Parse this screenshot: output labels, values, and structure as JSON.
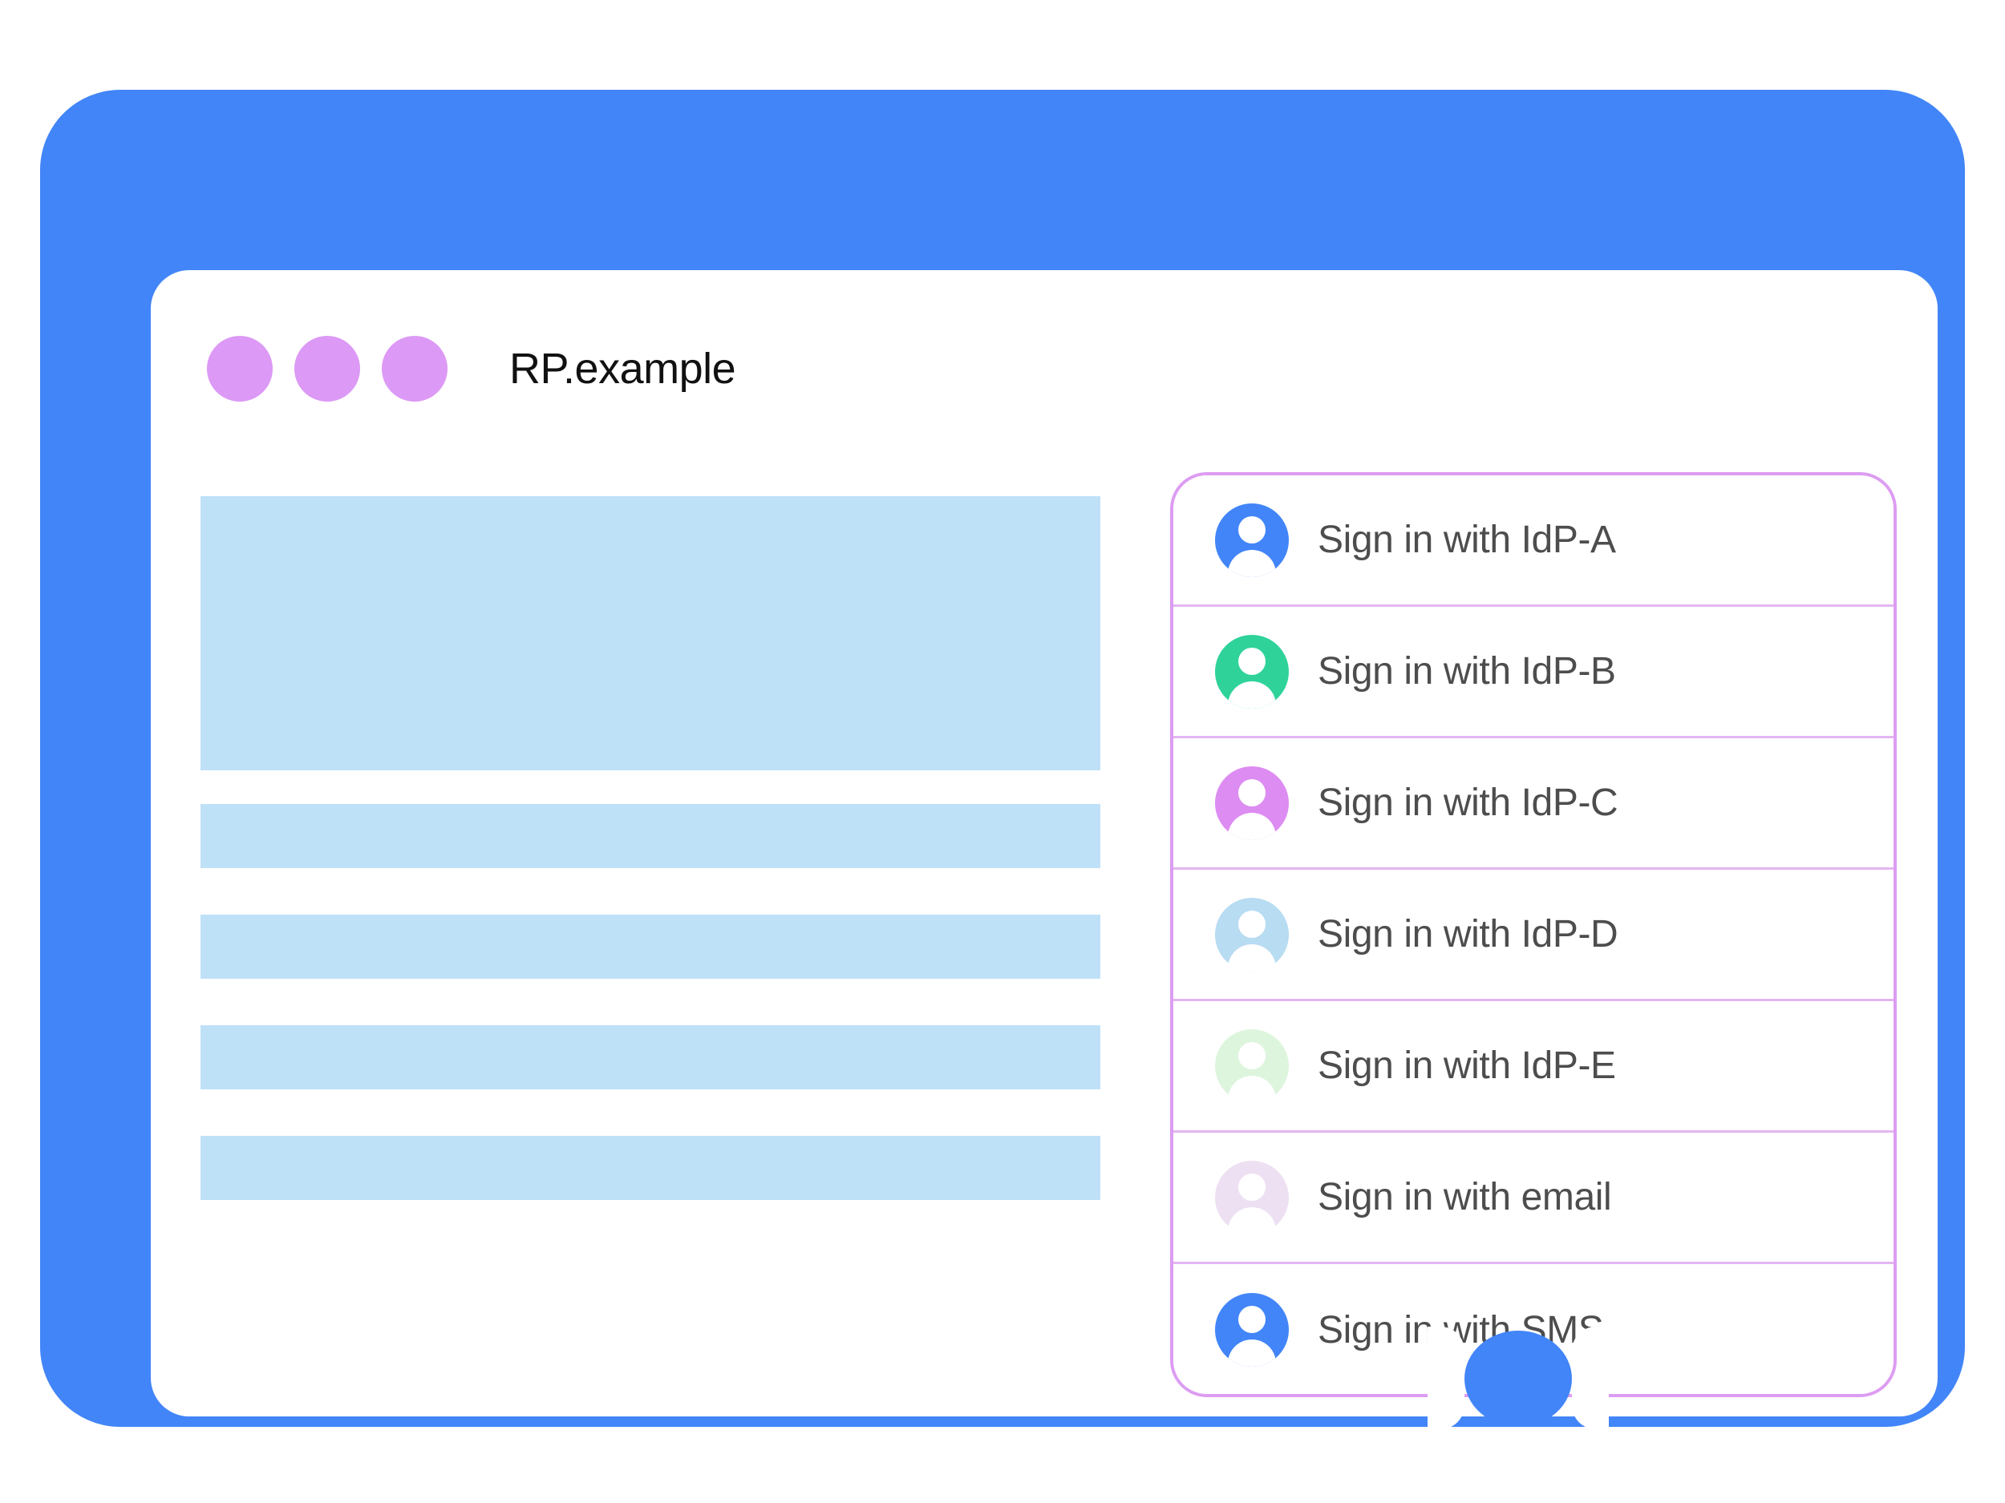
{
  "device": {
    "frame_color": "#4285f8",
    "screen_color": "#ffffff",
    "home_button_name": "home-button"
  },
  "titlebar": {
    "title": "RP.example",
    "dot_color": "#dc99f5",
    "dots": [
      "window-dot-1",
      "window-dot-2",
      "window-dot-3"
    ]
  },
  "content": {
    "placeholder_color": "#bfe1f8",
    "blocks": [
      {
        "name": "hero-placeholder"
      },
      {
        "name": "text-bar-placeholder-1"
      },
      {
        "name": "text-bar-placeholder-2"
      },
      {
        "name": "text-bar-placeholder-3"
      },
      {
        "name": "text-bar-placeholder-4"
      }
    ]
  },
  "signin_card": {
    "border_color": "#dd9cf2",
    "divider_color": "#e3b6f2",
    "label_color": "#4d4d4d",
    "options": [
      {
        "label": "Sign in with IdP-A",
        "avatar_color": "#4285f8",
        "icon": "account-avatar-icon"
      },
      {
        "label": "Sign in with IdP-B",
        "avatar_color": "#2fd39a",
        "icon": "account-avatar-icon"
      },
      {
        "label": "Sign in with IdP-C",
        "avatar_color": "#dd8cf2",
        "icon": "account-avatar-icon"
      },
      {
        "label": "Sign in with IdP-D",
        "avatar_color": "#b8dcf2",
        "icon": "account-avatar-icon"
      },
      {
        "label": "Sign in with IdP-E",
        "avatar_color": "#ddf5dd",
        "icon": "account-avatar-icon"
      },
      {
        "label": "Sign in with email",
        "avatar_color": "#ede0f2",
        "icon": "account-avatar-icon"
      },
      {
        "label": "Sign in with SMS",
        "avatar_color": "#4285f8",
        "icon": "account-avatar-icon"
      }
    ]
  }
}
